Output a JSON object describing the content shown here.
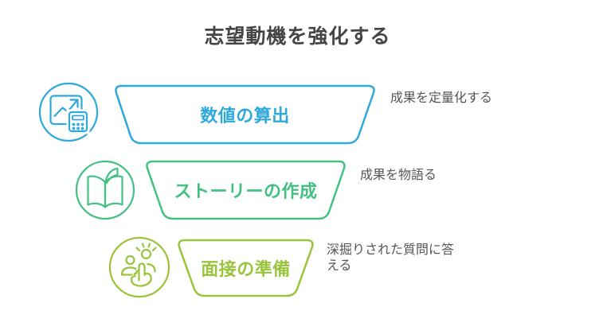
{
  "title": "志望動機を強化する",
  "colors": {
    "background": "#FFFFFF",
    "title_text": "#454545",
    "annotation_text": "#555555",
    "stage1_blue": "#2FA8DB",
    "stage2_green": "#42C183",
    "stage3_lime": "#9AC43C"
  },
  "funnel": {
    "stages": [
      {
        "label": "数値の算出",
        "annotation": "成果を定量化する",
        "color": "#2FA8DB",
        "icon": "chart-calculator-icon"
      },
      {
        "label": "ストーリーの作成",
        "annotation": "成果を物語る",
        "color": "#42C183",
        "icon": "open-book-icon"
      },
      {
        "label": "面接の準備",
        "annotation": "深掘りされた質問に答える",
        "color": "#9AC43C",
        "icon": "interview-gesture-icon"
      }
    ]
  }
}
